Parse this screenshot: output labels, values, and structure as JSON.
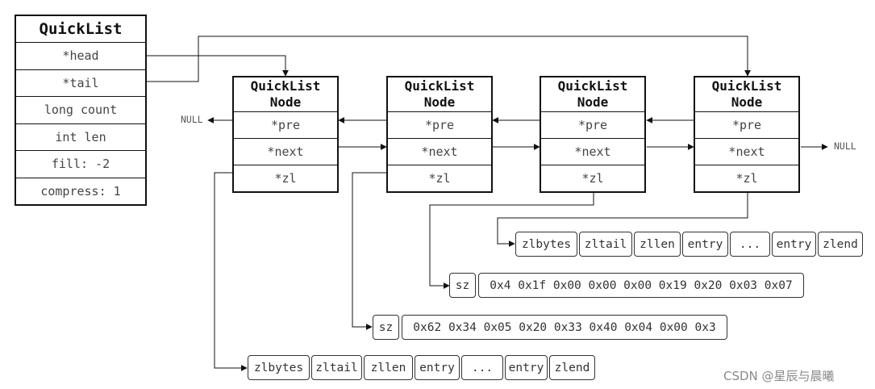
{
  "quicklist": {
    "title": "QuickList",
    "fields": [
      "*head",
      "*tail",
      "long count",
      "int len",
      "fill: -2",
      "compress: 1"
    ]
  },
  "nodes": [
    {
      "title_line1": "QuickList",
      "title_line2": "Node",
      "pre": "*pre",
      "next": "*next",
      "zl": "*zl"
    },
    {
      "title_line1": "QuickList",
      "title_line2": "Node",
      "pre": "*pre",
      "next": "*next",
      "zl": "*zl"
    },
    {
      "title_line1": "QuickList",
      "title_line2": "Node",
      "pre": "*pre",
      "next": "*next",
      "zl": "*zl"
    },
    {
      "title_line1": "QuickList",
      "title_line2": "Node",
      "pre": "*pre",
      "next": "*next",
      "zl": "*zl"
    }
  ],
  "null_left": "NULL",
  "null_right": "NULL",
  "ziplist_top": [
    "zlbytes",
    "zltail",
    "zllen",
    "entry",
    "...",
    "entry",
    "zlend"
  ],
  "ziplist_bottom": [
    "zlbytes",
    "zltail",
    "zllen",
    "entry",
    "...",
    "entry",
    "zlend"
  ],
  "compressed_1": {
    "sz": "sz",
    "bytes": "0x4 0x1f 0x00 0x00 0x00 0x19 0x20 0x03 0x07"
  },
  "compressed_2": {
    "sz": "sz",
    "bytes": "0x62 0x34 0x05 0x20 0x33 0x40 0x04 0x00 0x3"
  },
  "watermark": "CSDN @星辰与晨曦"
}
